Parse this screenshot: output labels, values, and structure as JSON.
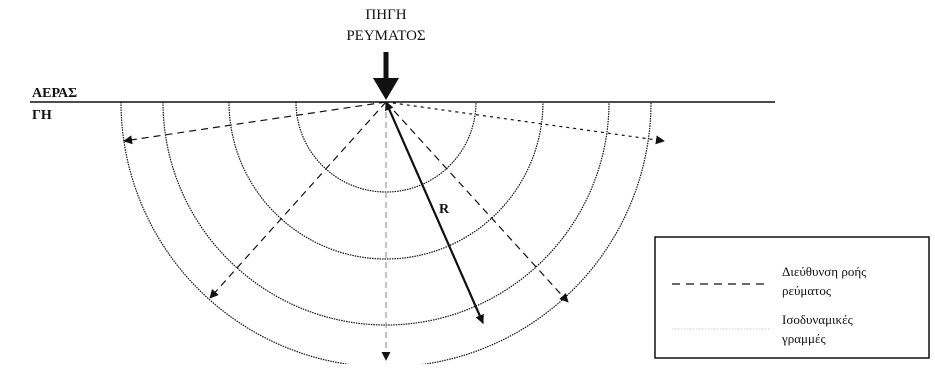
{
  "source_label": [
    "ΠΗΓΗ",
    "ΡΕΥΜΑΤΟΣ"
  ],
  "air_label": "ΑΕΡΑΣ",
  "ground_label": "ΓΗ",
  "radius_label": "R",
  "legend": {
    "flow": [
      "Διεύθυνση ροής",
      "ρεύματος"
    ],
    "equipotential": [
      "Ισοδυναμικές",
      "γραμμές"
    ]
  },
  "colors": {
    "line": "#111111",
    "equipotential": "#bbbbbb"
  }
}
